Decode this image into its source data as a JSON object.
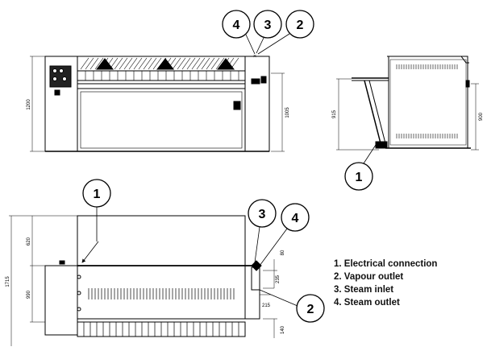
{
  "callouts": {
    "top_4": "4",
    "top_3": "3",
    "top_2": "2",
    "side_1": "1",
    "bottom_1": "1",
    "bottom_3": "3",
    "bottom_4": "4",
    "bottom_2": "2"
  },
  "dimensions": {
    "front_height": "1200",
    "front_inner_height": "1005",
    "side_height": "915",
    "side_table_height": "900",
    "plan_total": "1715",
    "plan_upper": "620",
    "plan_lower": "990",
    "plan_80": "80",
    "plan_235": "235",
    "plan_215": "215",
    "plan_140": "140"
  },
  "legend": {
    "items": [
      "1. Electrical connection",
      "2. Vapour outlet",
      "3. Steam inlet",
      "4. Steam outlet"
    ]
  }
}
